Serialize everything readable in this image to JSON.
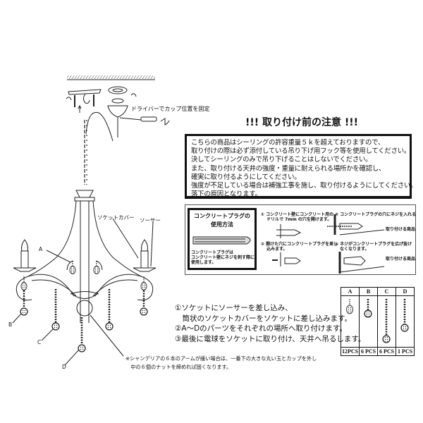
{
  "diagram": {
    "ceiling_note": "ドライバーでカップ位置を固定",
    "labels": {
      "socket_cover": "ソケットカバー",
      "saucer": "ソーサー",
      "a": "A",
      "b": "B",
      "c": "C",
      "d": "D"
    }
  },
  "warning": {
    "title": "!!! 取り付け前の注意 !!!",
    "lines": [
      "こちらの商品はシーリングの許容重量５ｋを超えておりますので、",
      "取り付けの際は必ず添付している吊り下げ用フック等を使用してください。",
      "決してシーリングのみで吊り下げることはしないでください。",
      "また、取り付ける天井の強度・重量に耐えられる場所かを確認し、",
      "確実に取り付るようにしてください。",
      "強度が不足している場合は補強工事を施し、取り付けるようにしてください。",
      "落下の原因となります。"
    ]
  },
  "concrete_plug": {
    "title_line1": "コンクリートプラグの",
    "title_line2": "使用方法",
    "desc_line1": "コンクリートプラグは",
    "desc_line2": "コンクリート壁にネジを刺す際に",
    "desc_line3": "使用します。",
    "step1_line1": "① コンクリート壁にコンクリート用の",
    "step1_line2": "ドリルで 7mm の穴を開けます。",
    "step2_line1": "② 開けた穴にコンクリートプラグを差し",
    "step2_line2": "込みます。",
    "step3": "③ コンクリートプラグの穴にネジを入れる",
    "step4_line1": "④ ネジがコンクリートプラグを広げ抜け",
    "step4_line2": "なくなります。",
    "item_label_1": "取り付ける商品",
    "item_label_2": "取り付ける商品"
  },
  "instructions": [
    "①ソケットにソーサーを差し込み、",
    "　筒状のソケットカバーをソケットに差し込みます。",
    "②A～Dのパーツをそれぞれの場所へ取り付けます。",
    "③最後に電球をソケットに取り付け、天井へ吊るします。"
  ],
  "note": [
    "※シャンデリアの６本のアームが緩い場合は、一番下の大きな丸い玉とカップを外し",
    "　中の６個のナットを締めれば固くなります。"
  ],
  "parts_table": {
    "headers": [
      "A",
      "B",
      "C",
      "D"
    ],
    "quantities": [
      "12PCS",
      "6 PCS",
      "6 PCS",
      "1 PCS"
    ]
  }
}
